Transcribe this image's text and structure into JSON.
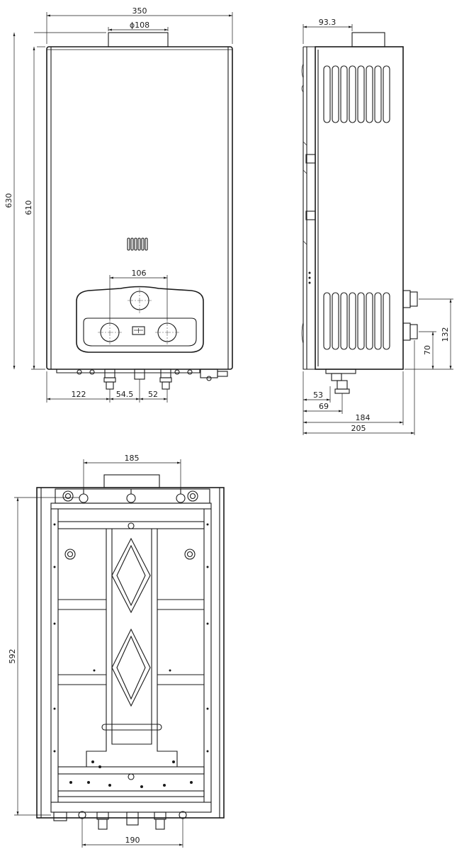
{
  "front_view": {
    "width": "350",
    "flue_diameter": "ϕ108",
    "height_total": "630",
    "height_body": "610",
    "knob_spacing": "106",
    "offset_left": "122",
    "pipe_spacing_1": "54.5",
    "pipe_spacing_2": "52"
  },
  "side_view": {
    "flue_offset": "93.3",
    "inlet_height_upper": "132",
    "inlet_height_lower": "70",
    "pipe_offset_1": "53",
    "pipe_offset_2": "69",
    "depth_body": "184",
    "depth_total": "205"
  },
  "back_view": {
    "hole_spacing_top": "185",
    "height_mount": "592",
    "hole_spacing_bottom": "190"
  }
}
